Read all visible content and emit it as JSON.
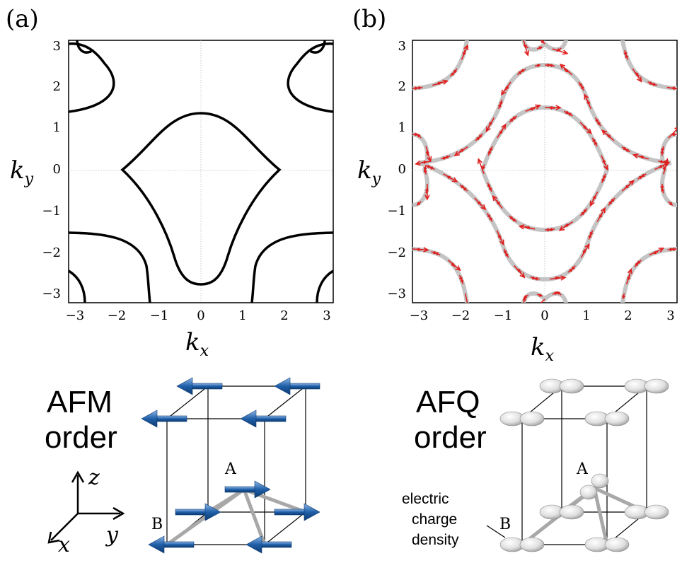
{
  "panels": [
    {
      "tag": "(a)",
      "xlabel": "k",
      "xsub": "x",
      "ylabel": "k",
      "ysub": "y",
      "xticks": [
        "−3",
        "−2",
        "−1",
        "0",
        "1",
        "2",
        "3"
      ],
      "yticks": [
        "3",
        "2",
        "1",
        "0",
        "−1",
        "−2",
        "−3"
      ]
    },
    {
      "tag": "(b)",
      "xlabel": "k",
      "xsub": "x",
      "ylabel": "k",
      "ysub": "y",
      "xticks": [
        "−3",
        "−2",
        "−1",
        "0",
        "1",
        "2",
        "3"
      ],
      "yticks": [
        "3",
        "2",
        "1",
        "0",
        "−1",
        "−2",
        "−3"
      ]
    }
  ],
  "afm": {
    "title_line1": "AFM",
    "title_line2": "order",
    "site_a": "A",
    "site_b": "B",
    "axis_z": "z",
    "axis_y": "y",
    "axis_x": "x",
    "arrow_color": "#1f5fa8"
  },
  "afq": {
    "title_line1": "AFQ",
    "title_line2": "order",
    "site_a": "A",
    "site_b": "B",
    "note_line1": "electric",
    "note_line2": "charge",
    "note_line3": "density"
  },
  "colors": {
    "curve": "#000000",
    "band": "#c4c4c4",
    "spin": "#e02020",
    "bond": "#a8a8a8"
  }
}
